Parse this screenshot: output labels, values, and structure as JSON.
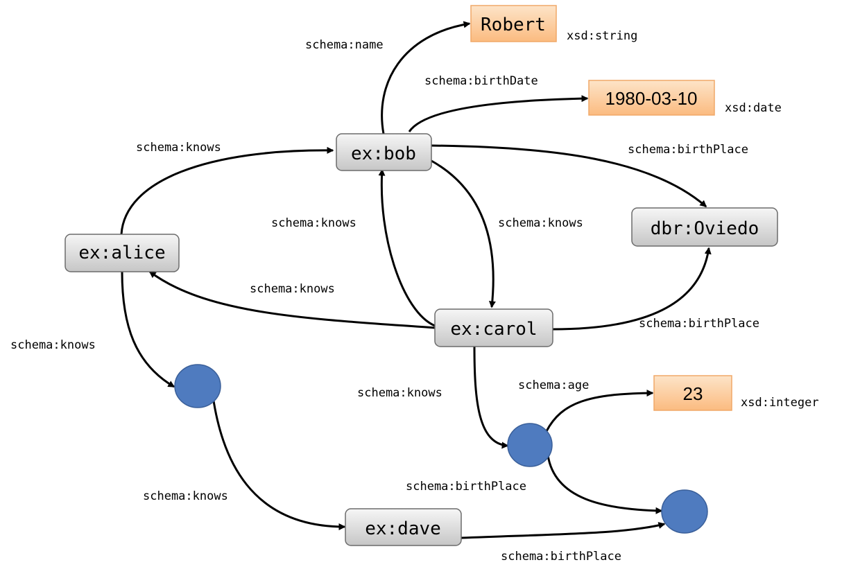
{
  "nodes": {
    "bob": "ex:bob",
    "alice": "ex:alice",
    "carol": "ex:carol",
    "dave": "ex:dave",
    "oviedo": "dbr:Oviedo"
  },
  "literals": {
    "robert": "Robert",
    "birthdate": "1980-03-10",
    "age": "23"
  },
  "datatypes": {
    "robert": "xsd:string",
    "birthdate": "xsd:date",
    "age": "xsd:integer"
  },
  "edges": {
    "bob_name": "schema:name",
    "bob_birthdate": "schema:birthDate",
    "bob_birthplace": "schema:birthPlace",
    "bob_knows_carol": "schema:knows",
    "alice_knows_bob": "schema:knows",
    "carol_knows_bob": "schema:knows",
    "carol_knows_alice": "schema:knows",
    "carol_birthplace": "schema:birthPlace",
    "alice_knows_blank": "schema:knows",
    "blank_knows_dave": "schema:knows",
    "carol_knows_blank": "schema:knows",
    "blank_age": "schema:age",
    "blank_birthplace": "schema:birthPlace",
    "dave_birthplace": "schema:birthPlace"
  },
  "colors": {
    "literal_fill_top": "#fde2c4",
    "literal_fill_bottom": "#fbbf86",
    "literal_border": "#f0a868",
    "resource_fill_top": "#f4f4f4",
    "resource_fill_bottom": "#c9c9c9",
    "blank_node": "#4f7bbf"
  }
}
